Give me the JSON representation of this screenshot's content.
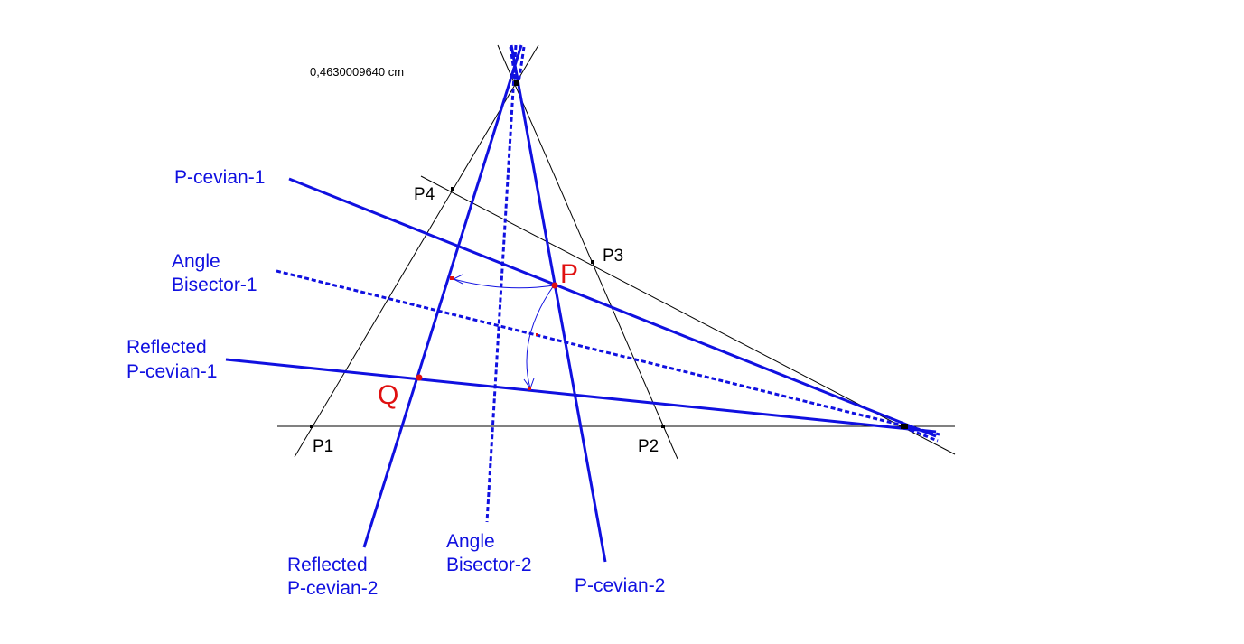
{
  "measurement": "0,4630009640 cm",
  "labels": {
    "p_cevian_1": "P-cevian-1",
    "angle_bisector_1_line1": "Angle",
    "angle_bisector_1_line2": "Bisector-1",
    "reflected_p_cevian_1_line1": "Reflected",
    "reflected_p_cevian_1_line2": "P-cevian-1",
    "reflected_p_cevian_2_line1": "Reflected",
    "reflected_p_cevian_2_line2": "P-cevian-2",
    "angle_bisector_2_line1": "Angle",
    "angle_bisector_2_line2": "Bisector-2",
    "p_cevian_2": "P-cevian-2",
    "point_p": "P",
    "point_q": "Q",
    "p1": "P1",
    "p2": "P2",
    "p3": "P3",
    "p4": "P4"
  },
  "colors": {
    "cevian": "#1010e0",
    "construction": "#000000",
    "highlight_point": "#e01010"
  }
}
